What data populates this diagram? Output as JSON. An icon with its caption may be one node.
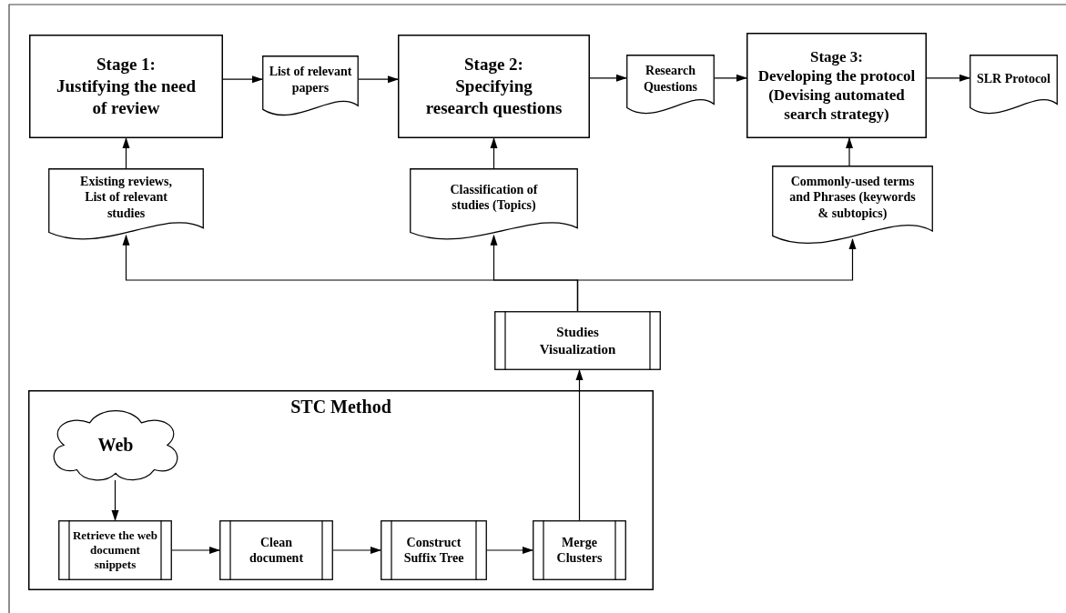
{
  "diagram": {
    "nodes": [
      {
        "text": [
          "Stage 1:",
          "Justifying the need of review"
        ]
      },
      {
        "text": [
          "List of relevant papers"
        ]
      },
      {
        "text": [
          "Stage 2:",
          "Specifying research questions"
        ]
      },
      {
        "text": [
          "Research Questions"
        ]
      },
      {
        "text": [
          "Stage 3:",
          "Developing the protocol (Devising automated search strategy)"
        ]
      },
      {
        "text": [
          "SLR Protocol"
        ]
      },
      {
        "text": [
          "Existing reviews, List of relevant studies"
        ]
      },
      {
        "text": [
          "Classification of studies (Topics)"
        ]
      },
      {
        "text": [
          "Commonly-used terms and Phrases (keywords & subtopics)"
        ]
      },
      {
        "text": [
          "Studies Visualization"
        ]
      },
      {
        "text": [
          "STC Method"
        ]
      },
      {
        "text": [
          "Web"
        ],
        "in": 10
      },
      {
        "text": [
          "Retrieve the web document snippets"
        ],
        "in": 10
      },
      {
        "text": [
          "Clean document"
        ],
        "in": 10
      },
      {
        "text": [
          "Construct Suffix Tree"
        ],
        "in": 10
      },
      {
        "text": [
          "Merge Clusters"
        ],
        "in": 10
      }
    ],
    "edges": [
      {
        "from": 0,
        "to": 1,
        "arrow": "to"
      },
      {
        "from": 1,
        "to": 2,
        "arrow": "to"
      },
      {
        "from": 2,
        "to": 3,
        "arrow": "to"
      },
      {
        "from": 3,
        "to": 4,
        "arrow": "to"
      },
      {
        "from": 4,
        "to": 5,
        "arrow": "to"
      },
      {
        "from": 6,
        "to": 0,
        "arrow": "to"
      },
      {
        "from": 7,
        "to": 2,
        "arrow": "to"
      },
      {
        "from": 8,
        "to": 4,
        "arrow": "to"
      },
      {
        "from": 9,
        "to": 6,
        "arrow": "to"
      },
      {
        "from": 9,
        "to": 7,
        "arrow": "to"
      },
      {
        "from": 9,
        "to": 8,
        "arrow": "to"
      },
      {
        "from": 15,
        "to": 9,
        "arrow": "to"
      },
      {
        "from": 11,
        "to": 12,
        "arrow": "to"
      },
      {
        "from": 12,
        "to": 13,
        "arrow": "to"
      },
      {
        "from": 13,
        "to": 14,
        "arrow": "to"
      },
      {
        "from": 14,
        "to": 15,
        "arrow": "to"
      }
    ]
  }
}
